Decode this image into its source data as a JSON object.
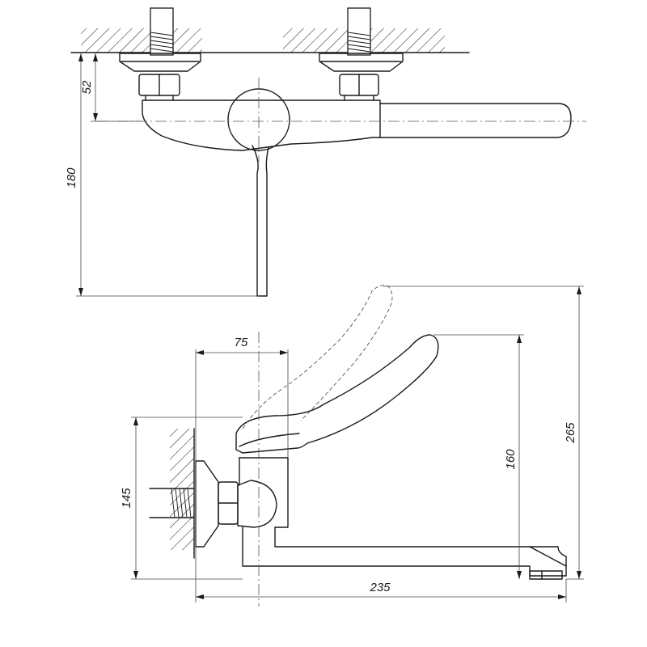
{
  "dimensions": {
    "d52": "52",
    "d180": "180",
    "d75": "75",
    "d265": "265",
    "d160": "160",
    "d145": "145",
    "d235": "235"
  },
  "colors": {
    "line": "#1a1a1a",
    "dimension": "#444444",
    "background": "#ffffff"
  }
}
